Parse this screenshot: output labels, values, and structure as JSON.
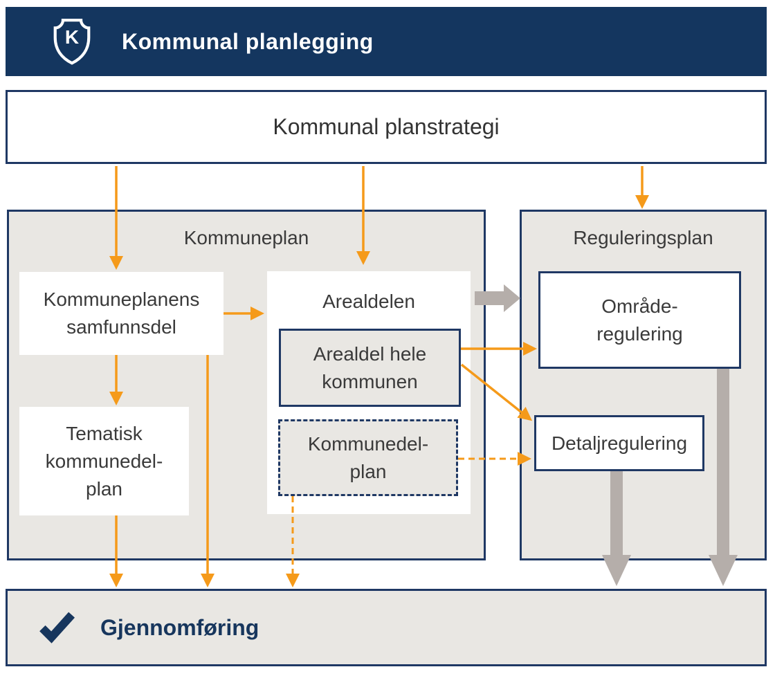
{
  "header": {
    "title": "Kommunal planlegging",
    "logo_letter": "K"
  },
  "planstrategi": {
    "label": "Kommunal planstrategi"
  },
  "kommuneplan": {
    "title": "Kommuneplan",
    "samfunnsdel": {
      "lines": [
        "Kommuneplanens",
        "samfunnsdel"
      ]
    },
    "tematisk": {
      "lines": [
        "Tematisk",
        "kommunedel-",
        "plan"
      ]
    },
    "arealdelen": {
      "title": "Arealdelen",
      "arealdel_hele": {
        "lines": [
          "Arealdel hele",
          "kommunen"
        ]
      },
      "kommunedelplan": {
        "lines": [
          "Kommunedel-",
          "plan"
        ]
      }
    }
  },
  "reguleringsplan": {
    "title": "Reguleringsplan",
    "omraderegulering": {
      "lines": [
        "Område-",
        "regulering"
      ]
    },
    "detaljregulering": {
      "label": "Detaljregulering"
    }
  },
  "gjennomforing": {
    "label": "Gjennomføring"
  },
  "icons": {
    "header": "shield-k-icon",
    "bottom": "checkmark-icon"
  },
  "colors": {
    "navy_header": "#14365F",
    "border_navy": "#1F3864",
    "panel_gray": "#E9E7E3",
    "arrow_orange": "#F59A1A",
    "arrow_gray": "#B5AEAA",
    "text_dark": "#3A3A3A",
    "text_navy": "#17365D"
  }
}
